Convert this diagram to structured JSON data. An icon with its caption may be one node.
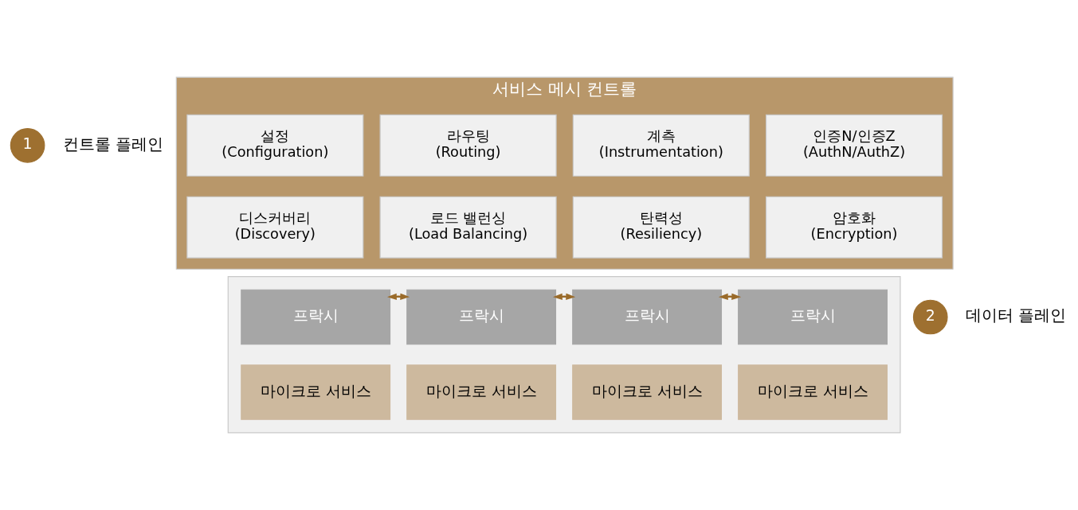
{
  "diagram": {
    "nodes": [
      {
        "text": [
          "1"
        ],
        "beside": [
          "컨트롤 플레인"
        ]
      },
      {
        "text": [
          "서비스 메시 컨트롤"
        ]
      },
      {
        "text": [
          "설정",
          "(Configuration)"
        ],
        "in": 1
      },
      {
        "text": [
          "라우팅",
          "(Routing)"
        ],
        "in": 1
      },
      {
        "text": [
          "계측",
          "(Instrumentation)"
        ],
        "in": 1
      },
      {
        "text": [
          "인증N/인증Z",
          "(AuthN/AuthZ)"
        ],
        "in": 1
      },
      {
        "text": [
          "디스커버리",
          "(Discovery)"
        ],
        "in": 1
      },
      {
        "text": [
          "로드 밸런싱",
          "(Load Balancing)"
        ],
        "in": 1
      },
      {
        "text": [
          "탄력성",
          "(Resiliency)"
        ],
        "in": 1
      },
      {
        "text": [
          "암호화",
          "(Encryption)"
        ],
        "in": 1
      },
      {
        "text": [
          "2"
        ],
        "beside": [
          "데이터 플레인"
        ]
      },
      {
        "text": [],
        "shape": "box"
      },
      {
        "text": [
          "프락시"
        ],
        "in": 11
      },
      {
        "text": [
          "프락시"
        ],
        "in": 11
      },
      {
        "text": [
          "프락시"
        ],
        "in": 11
      },
      {
        "text": [
          "프락시"
        ],
        "in": 11
      },
      {
        "text": [
          "마이크로 서비스"
        ],
        "in": 11
      },
      {
        "text": [
          "마이크로 서비스"
        ],
        "in": 11
      },
      {
        "text": [
          "마이크로 서비스"
        ],
        "in": 11
      },
      {
        "text": [
          "마이크로 서비스"
        ],
        "in": 11
      }
    ],
    "edges": [
      {
        "from": 12,
        "to": 13,
        "arrow": "both"
      },
      {
        "from": 13,
        "to": 14,
        "arrow": "both"
      },
      {
        "from": 14,
        "to": 15,
        "arrow": "both"
      }
    ]
  }
}
